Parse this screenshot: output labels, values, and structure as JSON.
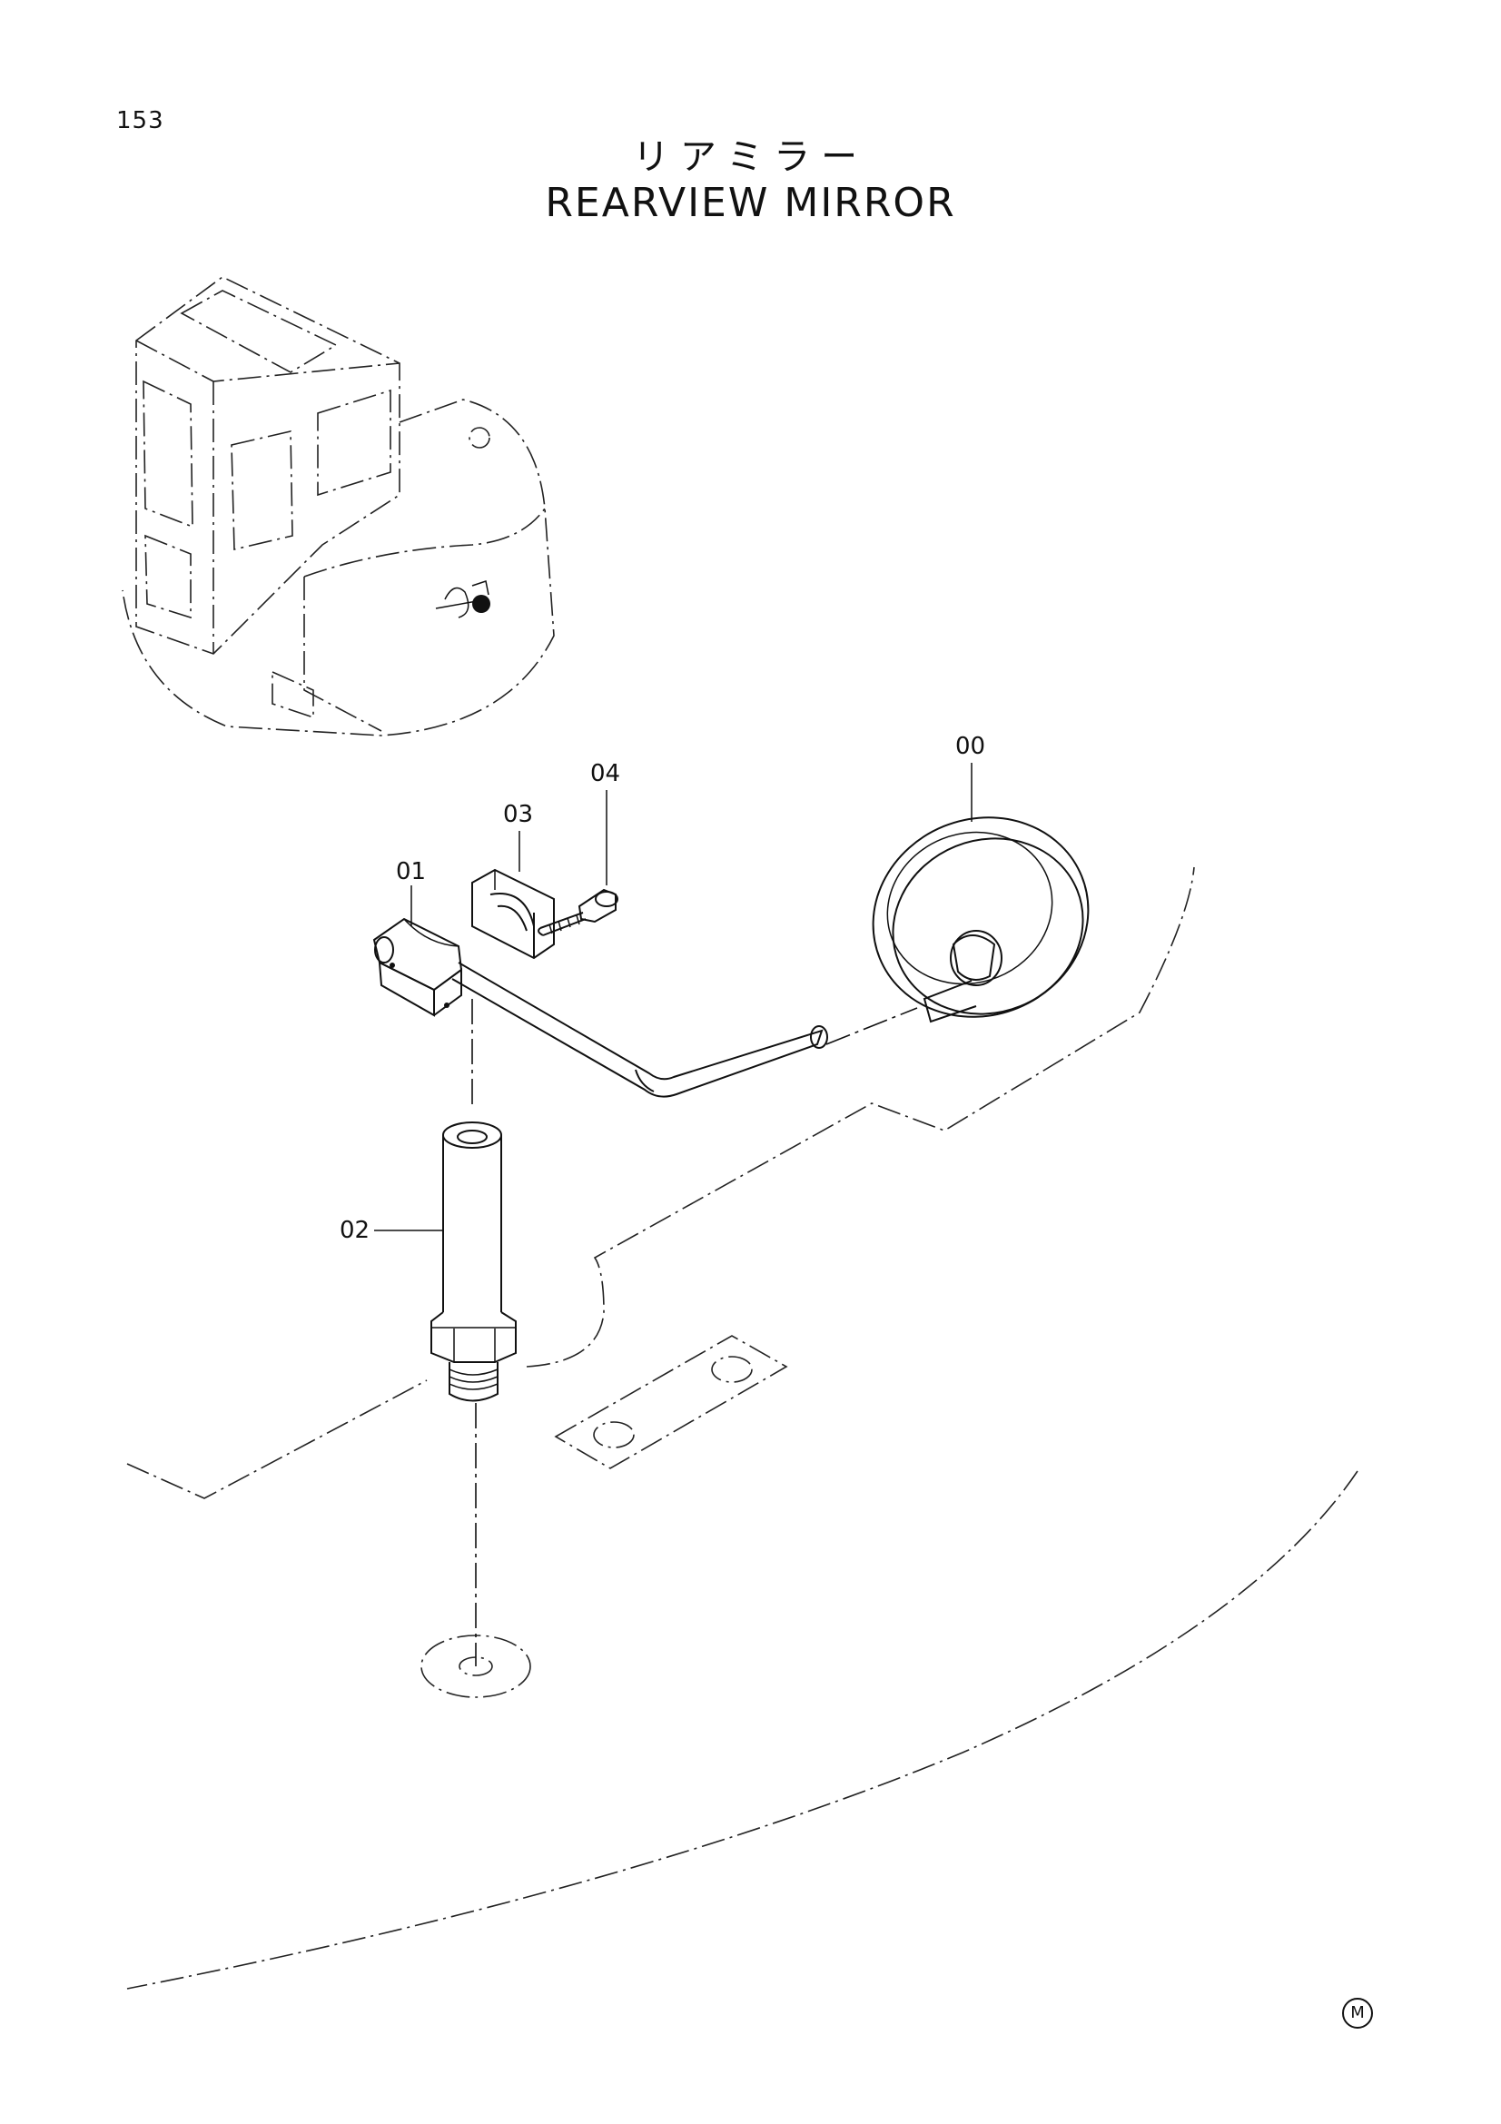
{
  "page_number": "153",
  "title_ja": "リアミラー",
  "title_en": "REARVIEW MIRROR",
  "callouts": {
    "c00": "00",
    "c01": "01",
    "c02": "02",
    "c03": "03",
    "c04": "04"
  },
  "mark": "M"
}
